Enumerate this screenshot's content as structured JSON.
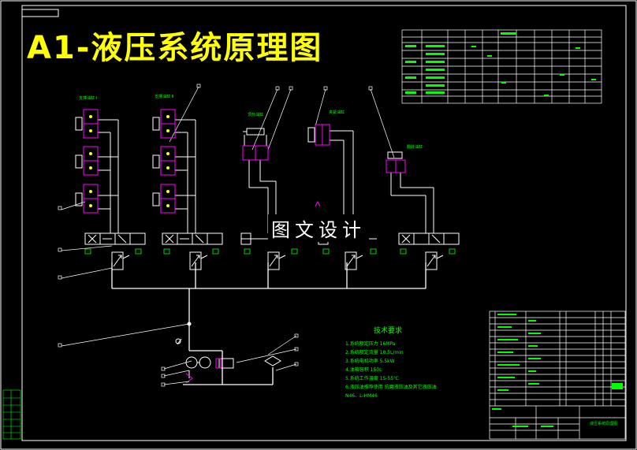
{
  "drawing": {
    "title": "A1-液压系统原理图",
    "watermark": "图文设计"
  },
  "technical_requirements": {
    "title": "技术要求",
    "lines": [
      "1.系统额定压力  16MPa",
      "2.系统额定流量  18.5L/min",
      "3.系统电机功率  5.5kW",
      "4.油箱容积  150L",
      "5.系统工作温度  15-55℃",
      "6.液压油推荐使用  抗磨液压油及其它液压油",
      "  N46、L-HM46"
    ]
  },
  "component_labels": {
    "cyl_group_1": "支撑油缸 Ⅰ",
    "cyl_group_2": "支撑油缸 Ⅱ",
    "cyl_3": "顶升油缸",
    "cyl_4": "夹紧油缸",
    "cyl_5": "翻转油缸"
  },
  "title_block": {
    "drawing_name": "液压系统原理图"
  },
  "colors": {
    "background": "#000000",
    "lines": "#ffffff",
    "valves": "#ff00ff",
    "labels": "#00ff00",
    "title": "#ffff00"
  }
}
